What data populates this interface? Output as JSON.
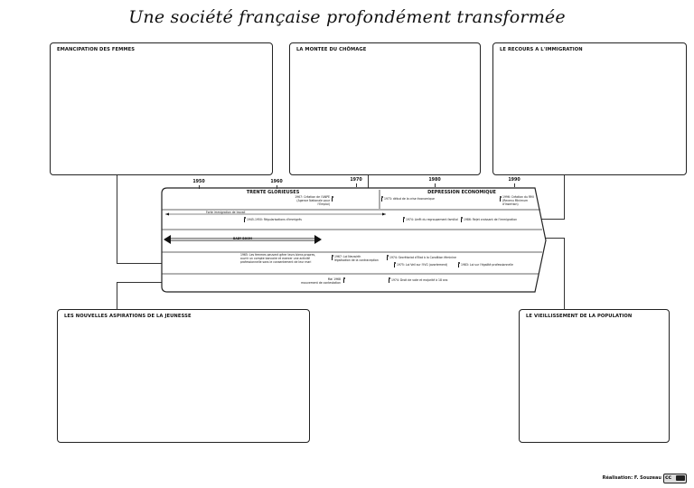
{
  "title": "Une société française profondément transformée",
  "boxes": {
    "top_left": "EMANCIPATION DES FEMMES",
    "top_center": "LA MONTEE DU CHÔMAGE",
    "top_right": "LE RECOURS A L'IMMIGRATION",
    "bottom_left": "LES NOUVELLES ASPIRATIONS DE LA JEUNESSE",
    "bottom_right": "LE VIEILLISSEMENT DE LA POPULATION"
  },
  "timeline": {
    "years": [
      "1950",
      "1960",
      "1970",
      "1980",
      "1990"
    ],
    "period_left": "TRENTE GLORIEUSES",
    "period_right": "DEPRESSION ECONOMIQUE",
    "events": {
      "e1": "1967: Création de l'ANPE\n(Agence Nationale pour l'Emploi)",
      "e2": "1973: début de la crise économique",
      "e3": "1996: Création du RMI\n(Revenu Minimum d'Insertion)",
      "e4": "Forte immigration de travail",
      "e5": "1945-1950: Régularisations d'immigrés",
      "e6": "1974: Arrêt du regroupement familial",
      "e7": "1986: Rejet croissant de l'immigration",
      "e8": "BABY BOOM",
      "e9": "1965: Les femmes peuvent gérer leurs biens propres, ouvrir un compte bancaire et exercer une activité professionnelle sans le consentement de leur mari",
      "e10": "1967: Loi Neuwirth\nlégalisation de la contraception",
      "e11": "1974: Secrétariat d'Etat à la Condition féminine",
      "e12": "1975: Loi Veil sur l'IVG (avortement)",
      "e13": "1983: Loi sur l'égalité professionnelle",
      "e14": "Mai 1968\nmouvement de contestation",
      "e15": "1974: Droit de vote et majorité à 18 ans"
    }
  },
  "credit": "Réalisation: F. Souzeau"
}
